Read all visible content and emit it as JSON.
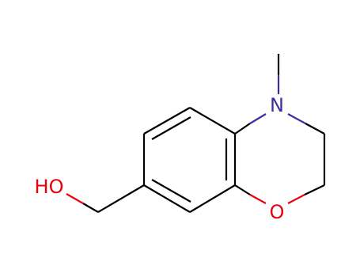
{
  "molecule": {
    "atoms": {
      "hydroxyl": "HO",
      "ring_oxygen": "O",
      "nitrogen": "N"
    },
    "colors": {
      "bond": "#000000",
      "oxygen": "#e8000b",
      "nitrogen": "#3a2fa0"
    }
  }
}
